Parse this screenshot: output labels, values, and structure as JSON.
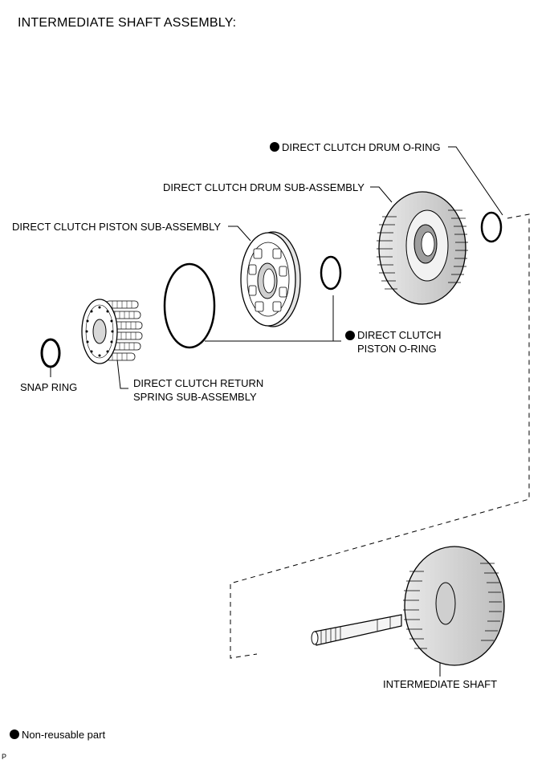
{
  "title": "INTERMEDIATE SHAFT ASSEMBLY:",
  "labels": {
    "drum_oring": "DIRECT CLUTCH DRUM O-RING",
    "drum_sub": "DIRECT CLUTCH DRUM SUB-ASSEMBLY",
    "piston_sub": "DIRECT CLUTCH PISTON SUB-ASSEMBLY",
    "piston_oring_line1": "DIRECT CLUTCH",
    "piston_oring_line2": "PISTON O-RING",
    "snap_ring": "SNAP RING",
    "return_spring_line1": "DIRECT CLUTCH RETURN",
    "return_spring_line2": "SPRING SUB-ASSEMBLY",
    "intermediate_shaft": "INTERMEDIATE SHAFT"
  },
  "legend": {
    "text": "Non-reusable part"
  },
  "corner_mark": "P",
  "colors": {
    "ink": "#000000",
    "paper": "#ffffff",
    "gray": "#cfcfcf"
  }
}
